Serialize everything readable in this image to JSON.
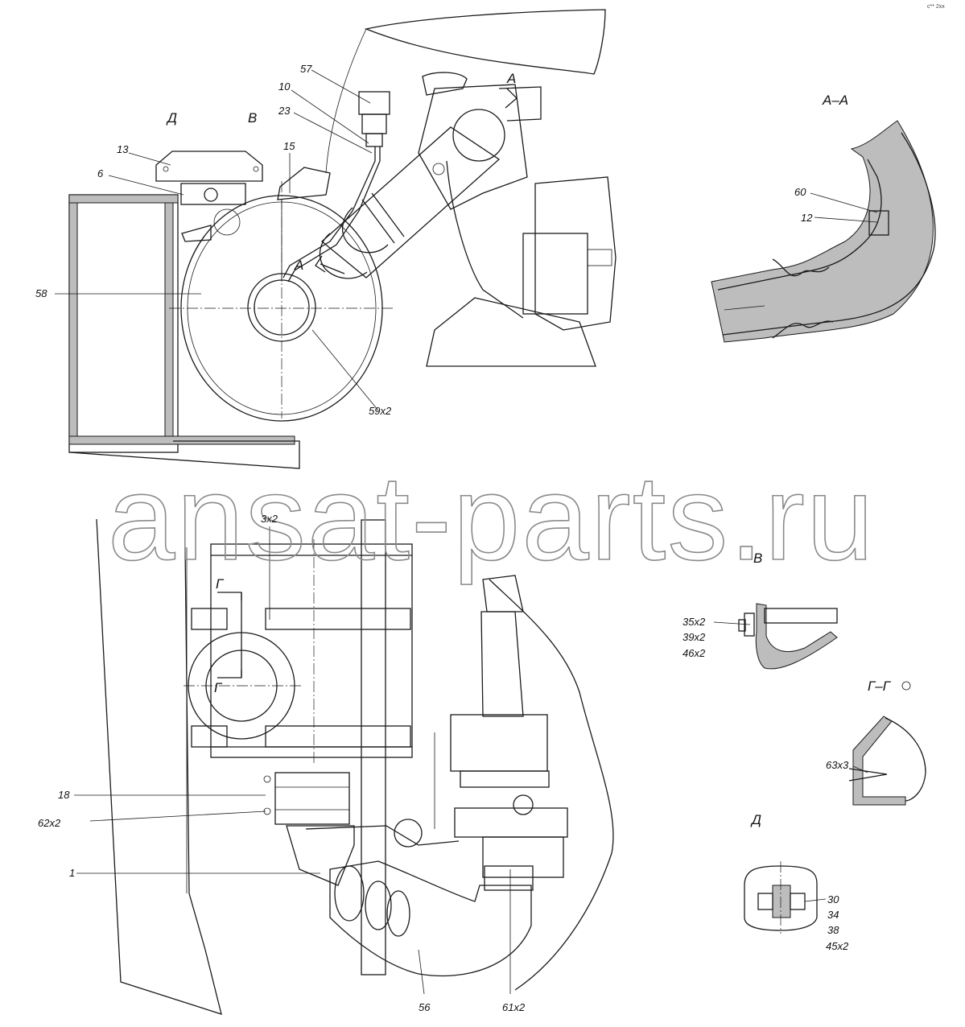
{
  "watermark": "ansat-parts.ru",
  "corner_mark": "с** 2xх",
  "views": [
    {
      "key": "AA",
      "title": "А–А"
    },
    {
      "key": "V",
      "title": "В"
    },
    {
      "key": "GG",
      "title": "Г–Г"
    },
    {
      "key": "D",
      "title": "Д"
    }
  ],
  "section_marks": [
    "А",
    "А",
    "В",
    "Д",
    "Г",
    "Г"
  ],
  "callouts": [
    "57",
    "10",
    "23",
    "15",
    "13",
    "6",
    "58",
    "59х2",
    "60",
    "12",
    "3х2",
    "18",
    "62х2",
    "1",
    "56",
    "61х2",
    "35х2",
    "39х2",
    "46х2",
    "63х3",
    "30",
    "34",
    "38",
    "45х2"
  ],
  "colors": {
    "line": "#1a1a1a",
    "hatch": "#bdbdbd",
    "watermark": "#8a8a8a"
  }
}
